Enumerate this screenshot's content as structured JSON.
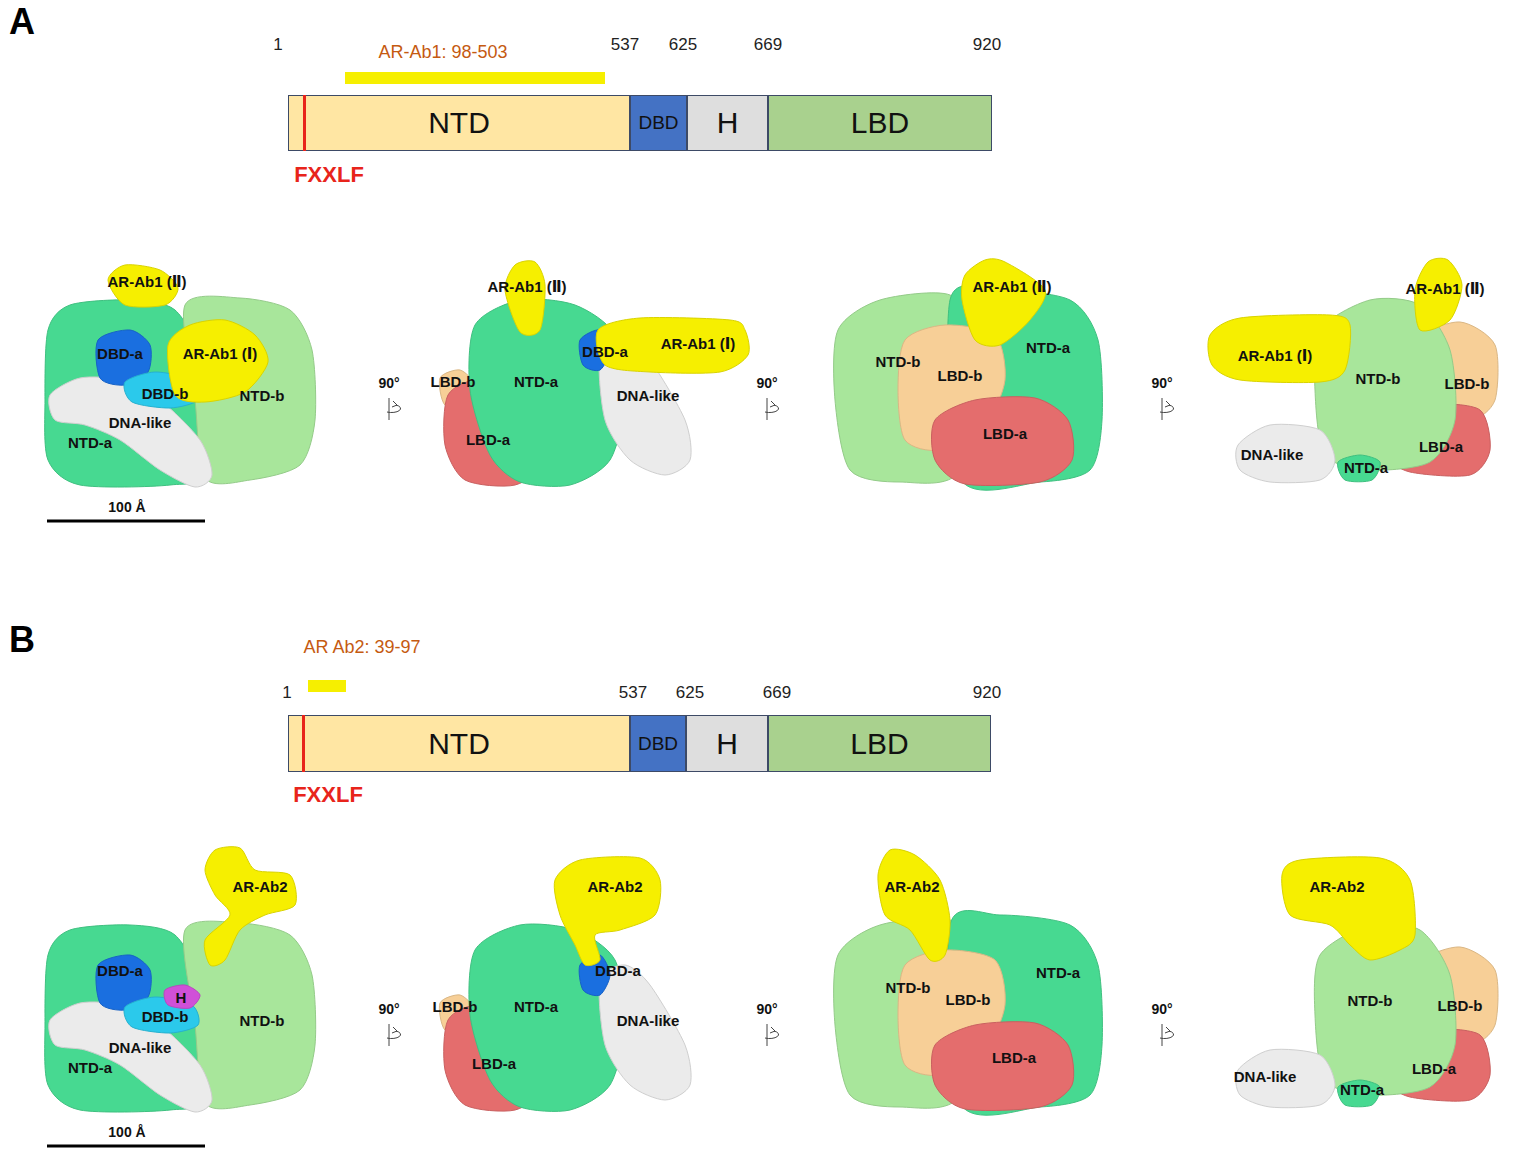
{
  "diagram": {
    "nodes": [
      {
        "text": [
          "NTD"
        ]
      },
      {
        "text": [
          "DBD"
        ]
      },
      {
        "text": [
          "H"
        ]
      },
      {
        "text": [
          "LBD"
        ]
      },
      {
        "text": [
          "NTD"
        ]
      },
      {
        "text": [
          "DBD"
        ]
      },
      {
        "text": [
          "H"
        ]
      },
      {
        "text": [
          "LBD"
        ]
      }
    ],
    "labels": [
      "A",
      "1",
      "537",
      "625",
      "669",
      "920",
      "AR-Ab1: 98-503",
      "FXXLF",
      "AR-Ab1 (Ⅱ)",
      "DBD-a",
      "AR-Ab1 (Ⅰ)",
      "DBD-b",
      "NTD-b",
      "DNA-like",
      "NTD-a",
      "100 Å",
      "90°",
      "AR-Ab1 (Ⅱ)",
      "DBD-a",
      "AR-Ab1 (Ⅰ)",
      "LBD-b",
      "NTD-a",
      "DNA-like",
      "LBD-a",
      "90°",
      "AR-Ab1 (Ⅱ)",
      "NTD-b",
      "NTD-a",
      "LBD-b",
      "LBD-a",
      "90°",
      "AR-Ab1 (Ⅱ)",
      "AR-Ab1 (Ⅰ)",
      "NTD-b",
      "LBD-b",
      "DNA-like",
      "LBD-a",
      "NTD-a",
      "B",
      "AR Ab2: 39-97",
      "1",
      "537",
      "625",
      "669",
      "920",
      "FXXLF",
      "AR-Ab2",
      "DBD-a",
      "H",
      "DBD-b",
      "NTD-b",
      "DNA-like",
      "NTD-a",
      "100 Å",
      "90°",
      "AR-Ab2",
      "DBD-a",
      "LBD-b",
      "NTD-a",
      "DNA-like",
      "LBD-a",
      "90°",
      "AR-Ab2",
      "NTD-b",
      "LBD-b",
      "NTD-a",
      "LBD-a",
      "90°",
      "AR-Ab2",
      "NTD-b",
      "LBD-b",
      "DNA-like",
      "NTD-a",
      "LBD-a"
    ]
  }
}
